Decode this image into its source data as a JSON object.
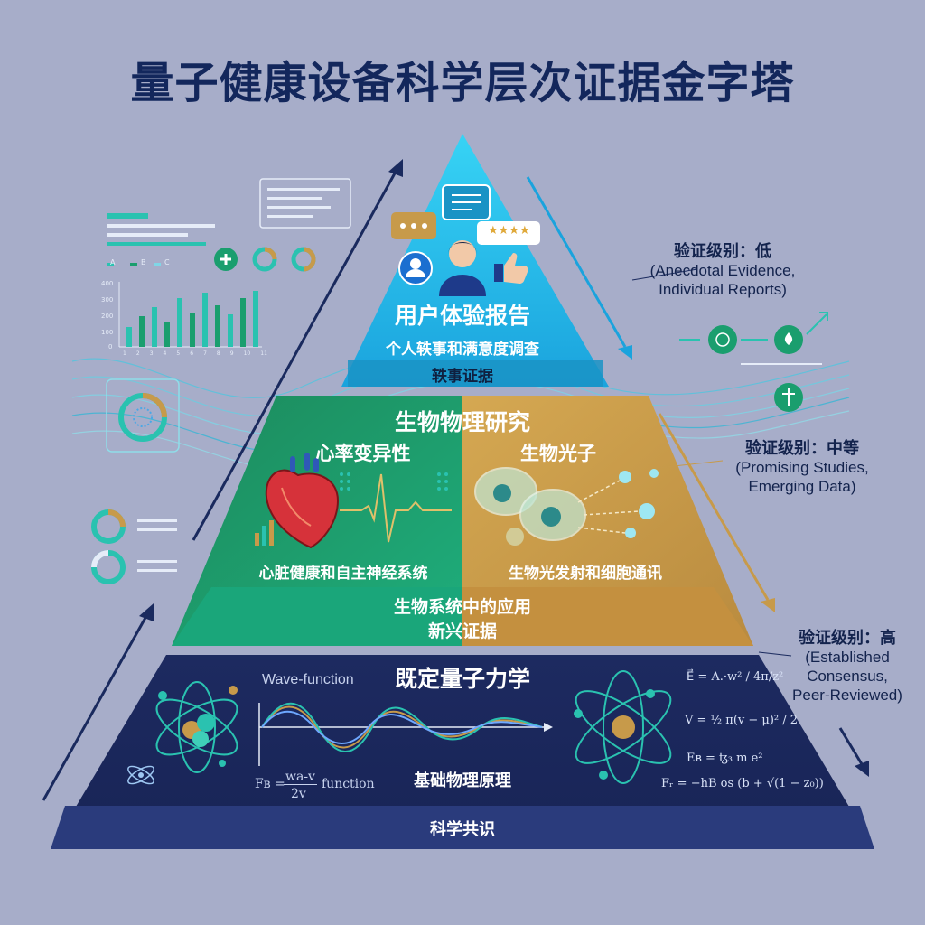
{
  "title": "量子健康设备科学层次证据金字塔",
  "tiers": {
    "top": {
      "heading": "用户体验报告",
      "subheading": "个人轶事和满意度调查",
      "band": "轶事证据"
    },
    "middle": {
      "heading": "生物物理研究",
      "left_heading": "心率变异性",
      "left_caption": "心脏健康和自主神经系统",
      "right_heading": "生物光子",
      "right_caption": "生物光发射和细胞通讯",
      "band_line1": "生物系统中的应用",
      "band_line2": "新兴证据"
    },
    "bottom": {
      "heading": "既定量子力学",
      "wave_label": "Wave-function",
      "formula_left_prefix": "Fʙ =",
      "formula_left_num": "wa-v",
      "formula_left_den": "2v",
      "formula_left_suffix": "function",
      "caption": "基础物理原理",
      "band": "科学共识",
      "formulas": [
        "E⃗ = A.·w² / 4π/z²",
        "V = ½ π(v − μ)² / 2",
        "Eʙ = ꜩ₃ m e²",
        "Fᵣ = −hB os (b + √(1 − z₀))"
      ]
    }
  },
  "side_labels": [
    {
      "level": "验证级别：低",
      "lines": [
        "(Anecdotal Evidence,",
        "Individual Reports)"
      ]
    },
    {
      "level": "验证级别：中等",
      "lines": [
        "(Promising Studies,",
        "Emerging Data)"
      ]
    },
    {
      "level": "验证级别：高",
      "lines": [
        "(Established",
        "Consensus,",
        "Peer-Reviewed)"
      ]
    }
  ],
  "decor": {
    "chart_axis": [
      "400",
      "300",
      "200",
      "100",
      "0"
    ],
    "chart_x": [
      "1",
      "2",
      "3",
      "4",
      "5",
      "6",
      "7",
      "8",
      "9",
      "10",
      "11"
    ],
    "legend": [
      "A",
      "B",
      "C"
    ],
    "rating_stars": "★★★★",
    "colors": {
      "top_tier": "#1fb6e6",
      "middle_green": "#1f9a6d",
      "middle_gold": "#c79a4a",
      "bottom_navy": "#1e2c66",
      "accent_teal": "#2ac2b0"
    }
  }
}
